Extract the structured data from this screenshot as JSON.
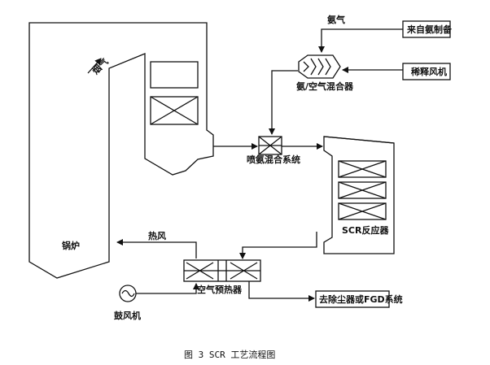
{
  "labels": {
    "smoke": "烟气",
    "boiler": "锅炉",
    "ammonia": "氨气",
    "ammonia_source": "来自氨制备",
    "dilution_fan": "稀释风机",
    "mixer": "氨/空气混合器",
    "injection": "喷氨混合系统",
    "scr_reactor": "SCR反应器",
    "hot_air": "热风",
    "air_preheater": "空气预热器",
    "blower": "鼓风机",
    "to_dust": "去除尘器或FGD系统"
  },
  "caption": "图 3   SCR 工艺流程图",
  "icons": {
    "blower": "blower-icon",
    "arrow": "arrowhead-icon"
  },
  "colors": {
    "line": "#111111",
    "background": "#ffffff"
  }
}
